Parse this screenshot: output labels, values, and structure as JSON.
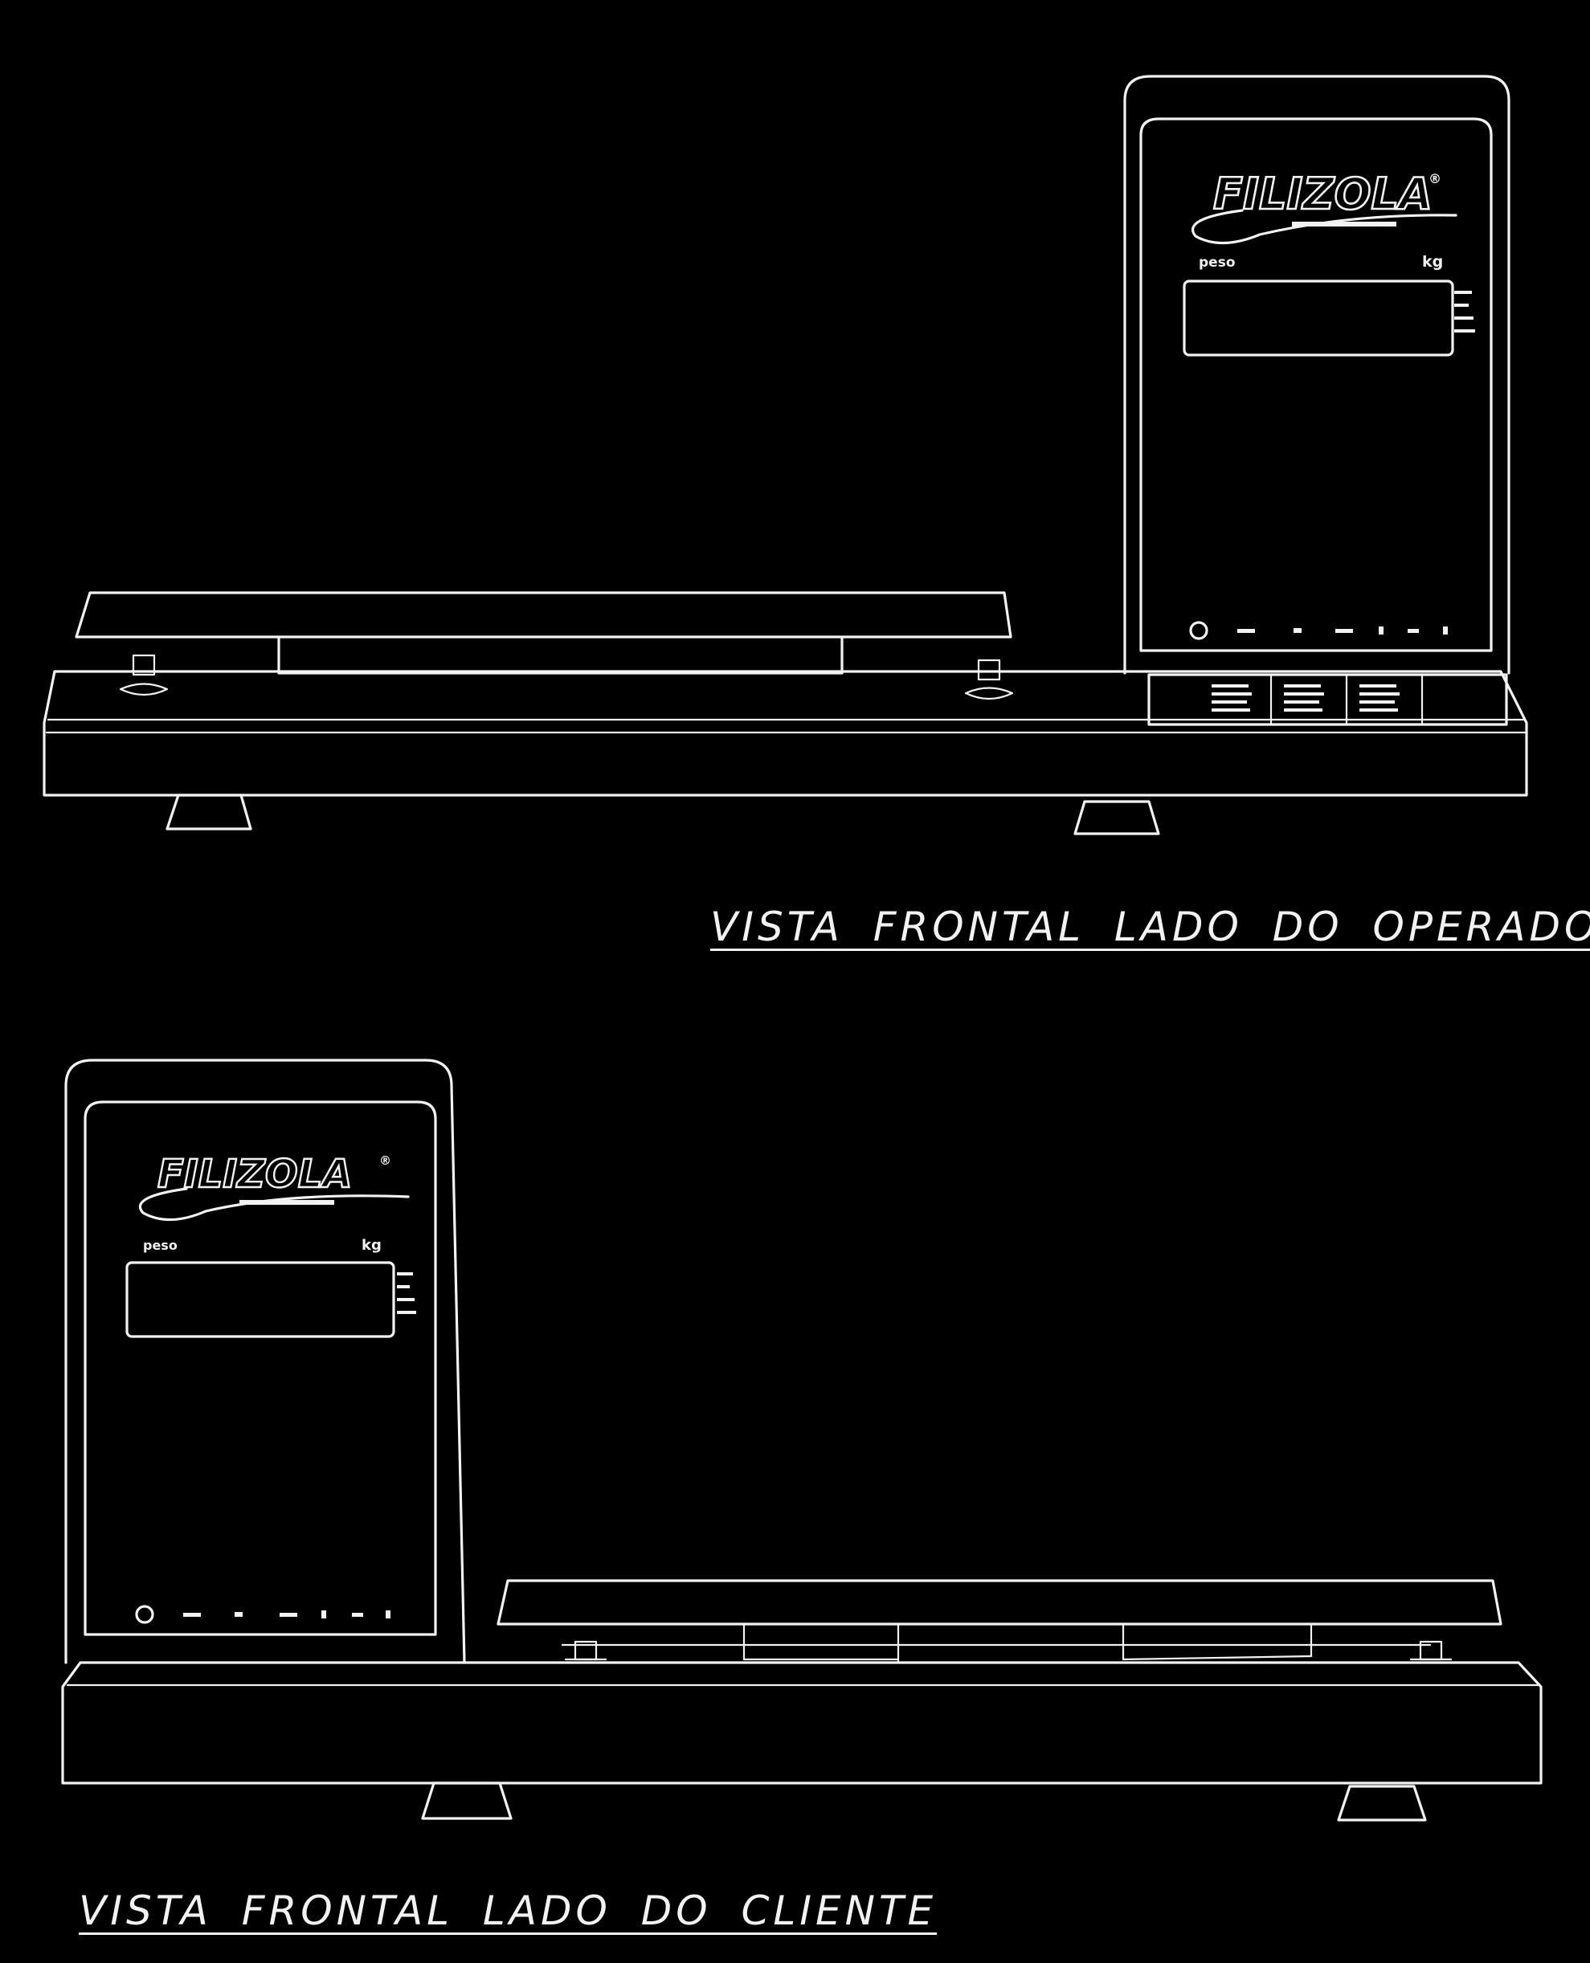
{
  "views": {
    "operator": {
      "caption": "VISTA FRONTAL LADO DO OPERADOR",
      "display": {
        "brand": "FILIZOLA",
        "trademark": "®",
        "weight_label": "peso",
        "unit_label": "kg"
      }
    },
    "client": {
      "caption": "VISTA FRONTAL LADO DO CLIENTE",
      "display": {
        "brand": "FILIZOLA",
        "trademark": "®",
        "weight_label": "peso",
        "unit_label": "kg"
      }
    }
  },
  "colors": {
    "background": "#000000",
    "line": "#f2f2f2"
  }
}
